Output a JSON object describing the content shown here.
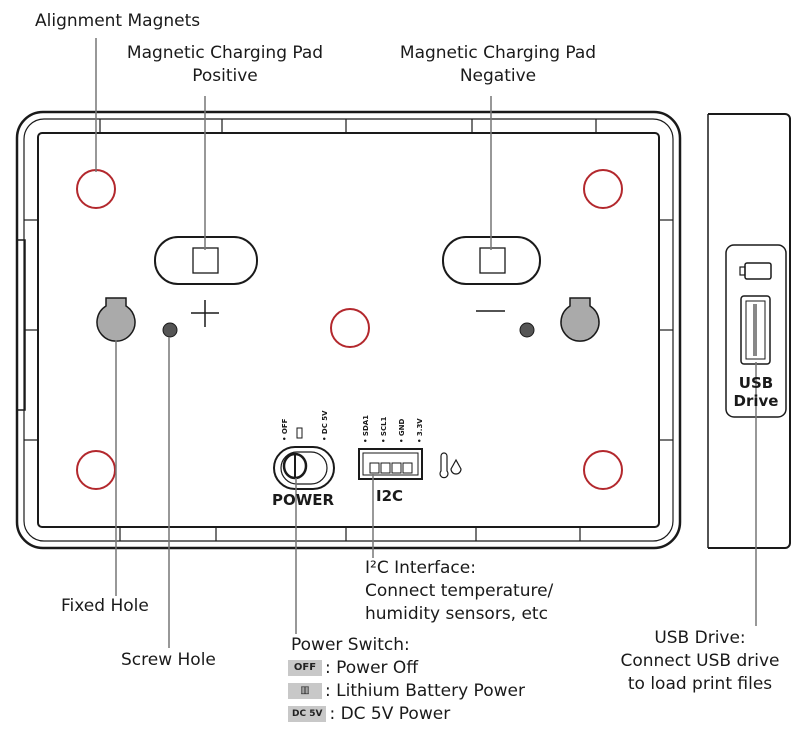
{
  "labels": {
    "alignment_magnets": "Alignment Magnets",
    "pad_positive_title": "Magnetic Charging Pad",
    "pad_positive_sub": "Positive",
    "pad_negative_title": "Magnetic Charging Pad",
    "pad_negative_sub": "Negative",
    "fixed_hole": "Fixed Hole",
    "screw_hole": "Screw Hole",
    "i2c_line1": "I²C Interface:",
    "i2c_line2": "Connect temperature/",
    "i2c_line3": "humidity sensors, etc",
    "power_title": "Power Switch:",
    "power_off_badge": "OFF",
    "power_off": ": Power Off",
    "power_battery": ": Lithium Battery Power",
    "power_dc_badge": "DC 5V",
    "power_dc": ": DC 5V Power",
    "usb_line1": "USB Drive:",
    "usb_line2": "Connect USB drive",
    "usb_line3": "to load print files"
  },
  "device": {
    "power_label": "POWER",
    "switch_off": "• OFF",
    "switch_dc": "• DC 5V",
    "i2c_label": "I2C",
    "pins": [
      "• SDA1",
      "• SCL1",
      "• GND",
      "• 3.3V"
    ],
    "usb_label_1": "USB",
    "usb_label_2": "Drive"
  },
  "colors": {
    "magnet": "#b3282d",
    "line": "#777777"
  }
}
